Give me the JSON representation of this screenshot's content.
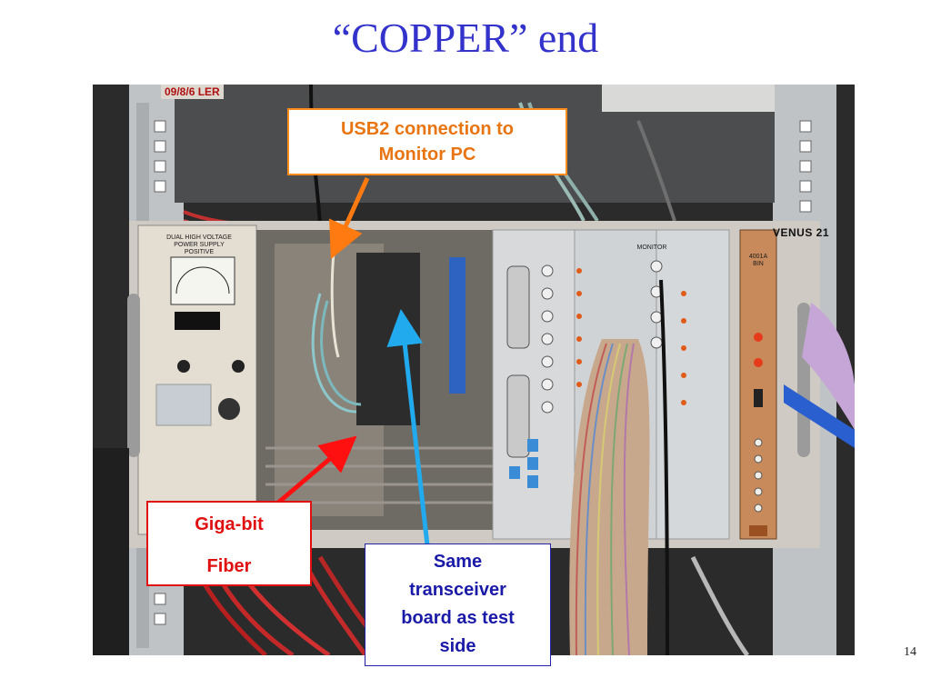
{
  "slide": {
    "title": "“COPPER” end",
    "page_number": "14"
  },
  "photo": {
    "description_label": "photo",
    "stamp": "09/8/6 LER",
    "rack_label": "VENUS 21",
    "module_labels": {
      "hv_supply": "DUAL HIGH VOLTAGE\nPOWER SUPPLY\nPOSITIVE",
      "monitor": "MONITOR",
      "bin": "4001A\nBIN"
    }
  },
  "callouts": {
    "usb": {
      "line1": "USB2 connection to",
      "line2": "Monitor PC"
    },
    "giga": {
      "line1": "Giga-bit",
      "line2": "Fiber"
    },
    "same": {
      "line1": "Same",
      "line2": "transceiver",
      "line3": "board as test",
      "line4": "side"
    }
  },
  "colors": {
    "title": "#3333cc",
    "usb_callout": "#ff8c1a",
    "giga_callout": "#e01010",
    "same_callout": "#1a1aa8",
    "usb_arrow": "#ff7a10",
    "giga_arrow": "#ff1010",
    "same_arrow": "#22aaee"
  }
}
